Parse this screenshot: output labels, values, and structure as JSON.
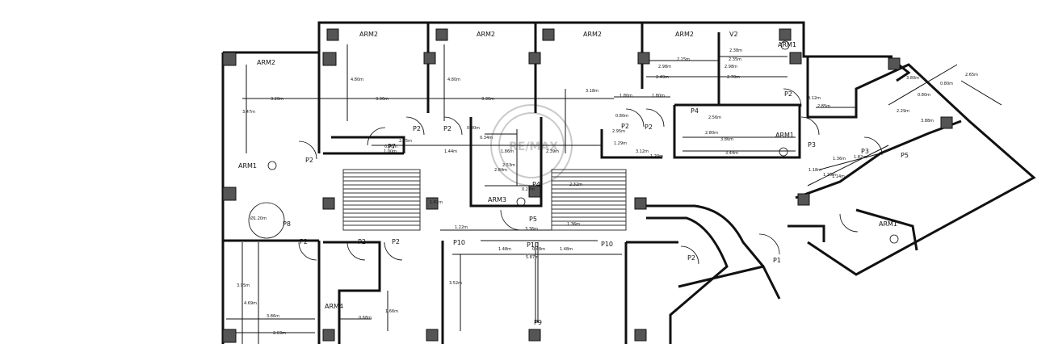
{
  "watermark": {
    "text": "RE/MAX",
    "color": "#c9c9c9"
  },
  "labels": {
    "arm2_a": "ARM2",
    "arm2_b": "ARM2",
    "arm2_c": "ARM2",
    "arm2_d": "ARM2",
    "arm2_e": "ARM2",
    "arm1_a": "ARM1",
    "arm1_b": "ARM1",
    "arm1_c": "ARM1",
    "arm1_d": "ARM1",
    "arm3": "ARM3",
    "arm4": "ARM4",
    "p1": "P1",
    "p2_a": "P2",
    "p2_b": "P2",
    "p2_c": "P2",
    "p2_d": "P2",
    "p2_e": "P2",
    "p2_f": "P2",
    "p2_g": "P2",
    "p2_h": "P2",
    "p2_i": "P2",
    "p3_a": "P3",
    "p3_b": "P3",
    "p4_a": "P4",
    "p4_b": "P4",
    "p5": "P5",
    "p5_b": "P5",
    "p7": "P7",
    "p8": "P8",
    "p9": "P9",
    "p10_a": "P10",
    "p10_b": "P10",
    "p10_c": "P10",
    "v2": "V2"
  },
  "dimensions": [
    "3.20m",
    "3.36m",
    "3.36m",
    "3.18m",
    "3.47m",
    "4.80m",
    "4.80m",
    "0.90m",
    "2.55m",
    "1.00m",
    "0.80m",
    "1.44m",
    "1.86m",
    "2.39m",
    "0.34m",
    "2.84m",
    "2.53m",
    "0.27m",
    "2.32m",
    "1.61m",
    "1.80m",
    "1.80m",
    "2.98m",
    "2.49m",
    "2.98m",
    "2.70m",
    "2.38m",
    "2.15m",
    "2.35m",
    "2.95m",
    "0.80m",
    "2.56m",
    "1.29m",
    "3.12m",
    "1.20m",
    "2.80m",
    "3.86m",
    "3.44m",
    "3.12m",
    "2.85m",
    "3.80m",
    "2.65m",
    "0.80m",
    "0.80m",
    "2.29m",
    "3.88m",
    "1.82m",
    "1.18m",
    "1.20m",
    "1.36m",
    "1.14m",
    "3.36m",
    "1.22m",
    "1.36m",
    "1.48m",
    "1.48m",
    "0.48m",
    "5.87m",
    "3.52m",
    "3.95m",
    "4.69m",
    "3.86m",
    "2.63m",
    "1.66m",
    "0.68m",
    "Ø1.20m"
  ]
}
